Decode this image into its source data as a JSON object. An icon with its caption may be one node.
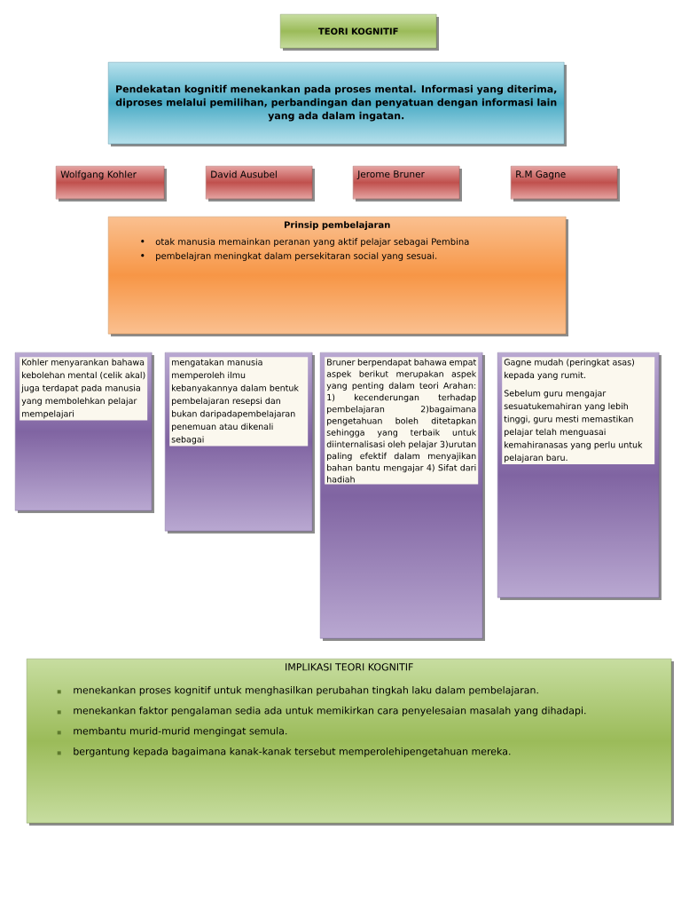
{
  "diagram": {
    "title": "TEORI KOGNITIF",
    "nodes": [
      {
        "text": [
          "Pendekatan kognitif menekankan pada proses mental. Informasi yang diterima, diproses melalui pemilihan, perbandingan dan penyatuan dengan informasi lain yang ada dalam ingatan."
        ]
      },
      {
        "text": [
          "Wolfgang Kohler"
        ]
      },
      {
        "text": [
          "David Ausubel"
        ]
      },
      {
        "text": [
          "Jerome Bruner"
        ]
      },
      {
        "text": [
          "R.M Gagne"
        ]
      },
      {
        "text": [
          "Prinsip pembelajaran",
          "otak manusia memainkan peranan yang aktif pelajar sebagai Pembina",
          "pembelajran meningkat dalam persekitaran social yang sesuai."
        ]
      },
      {
        "text": [
          "Kohler menyarankan bahawa kebolehan mental (celik akal) juga terdapat pada manusia yang membolehkan pelajar mempelajari"
        ]
      },
      {
        "text": [
          "mengatakan manusia memperoleh ilmu kebanyakannya dalam bentuk pembelajaran resepsi dan bukan daripadapembelajaran penemuan atau dikenali sebagai"
        ]
      },
      {
        "text": [
          "Bruner berpendapat bahawa empat aspek berikut merupakan aspek yang penting dalam teori Arahan: 1) kecenderungan terhadap pembelajaran 2)bagaimana pengetahuan boleh ditetapkan sehingga yang terbaik untuk diinternalisasi oleh pelajar 3)urutan paling efektif dalam menyajikan bahan bantu mengajar 4) Sifat dari hadiah"
        ]
      },
      {
        "text": [
          "Gagne mudah (peringkat asas) kepada yang rumit.",
          "Sebelum guru mengajar sesuatukemahiran yang lebih tinggi, guru mesti memastikan pelajar telah menguasai kemahiranasas yang perlu untuk pelajaran baru."
        ]
      },
      {
        "text": [
          "IMPLIKASI TEORI KOGNITIF",
          "menekankan proses kognitif untuk menghasilkan perubahan tingkah laku dalam pembelajaran.",
          "menekankan faktor pengalaman sedia ada untuk memikirkan cara penyelesaian masalah yang dihadapi.",
          "membantu murid-murid mengingat semula.",
          "bergantung kepada bagaimana kanak-kanak tersebut memperolehipengetahuan mereka."
        ]
      }
    ]
  }
}
